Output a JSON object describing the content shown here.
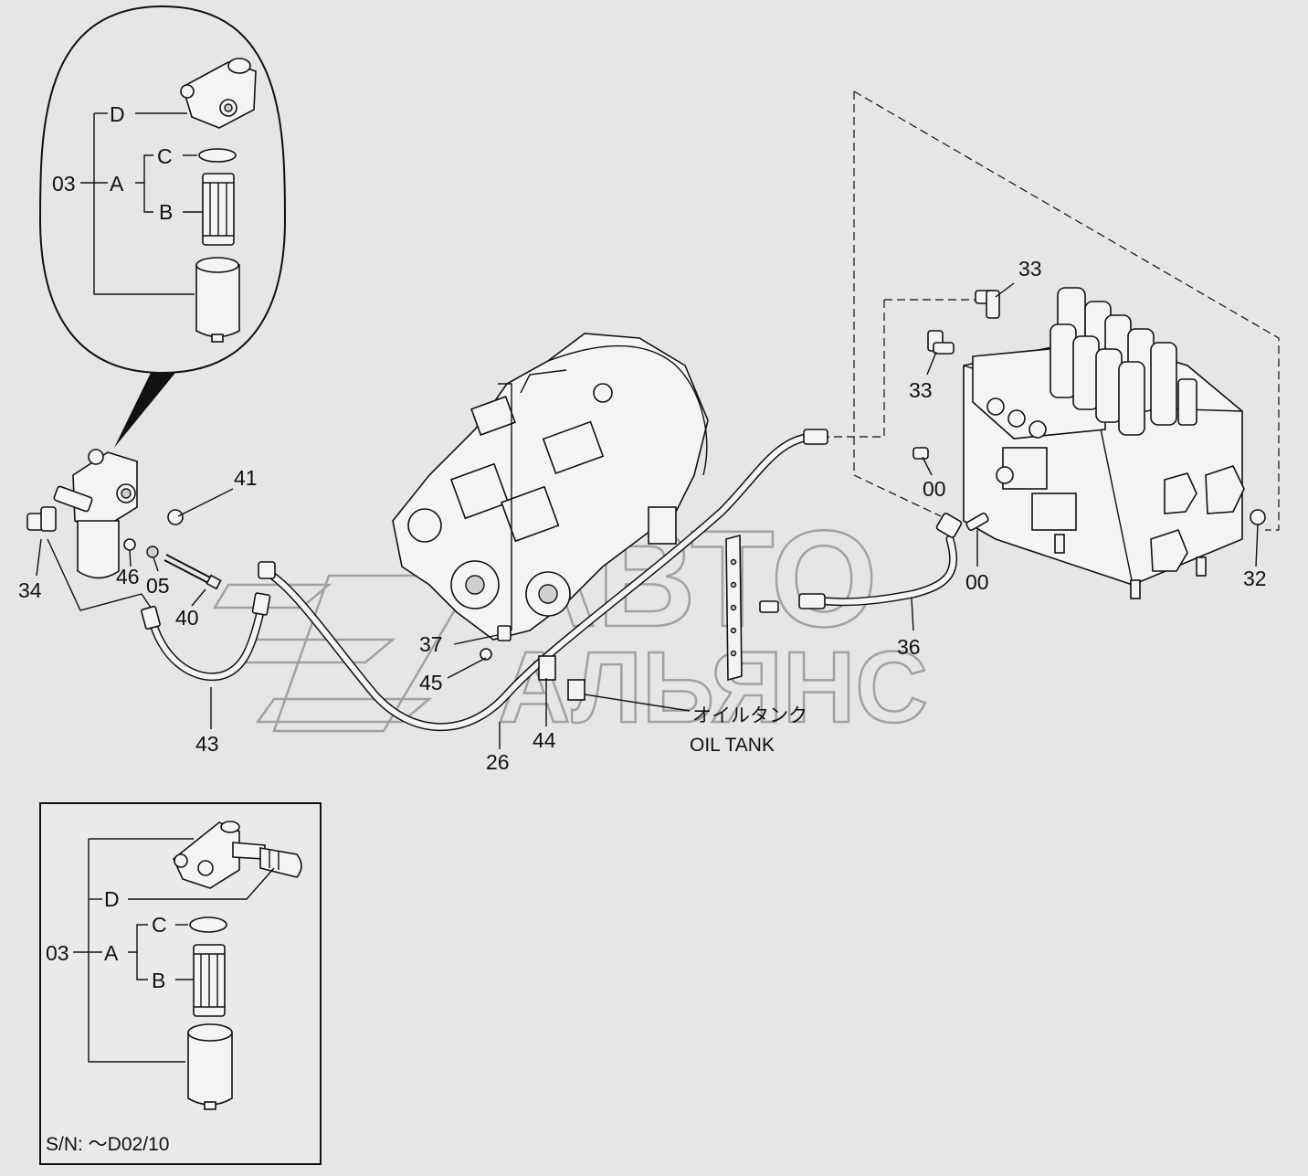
{
  "callouts": {
    "c33a": "33",
    "c33b": "33",
    "c00a": "00",
    "c00b": "00",
    "c32": "32",
    "c36": "36",
    "c41": "41",
    "c34": "34",
    "c46": "46",
    "c05": "05",
    "c40": "40",
    "c43": "43",
    "c37": "37",
    "c45": "45",
    "c26": "26",
    "c44": "44"
  },
  "oil_tank": {
    "jp": "オイルタンク",
    "en": "OIL TANK"
  },
  "detail_top": {
    "d": "D",
    "c": "C",
    "a": "A",
    "b": "B",
    "assy": "03"
  },
  "detail_bottom": {
    "d": "D",
    "c": "C",
    "a": "A",
    "b": "B",
    "assy": "03",
    "serial": "S/N: ～D02/10"
  },
  "watermark": {
    "line1": "АВТО",
    "line2": "АЛЬЯНС"
  }
}
